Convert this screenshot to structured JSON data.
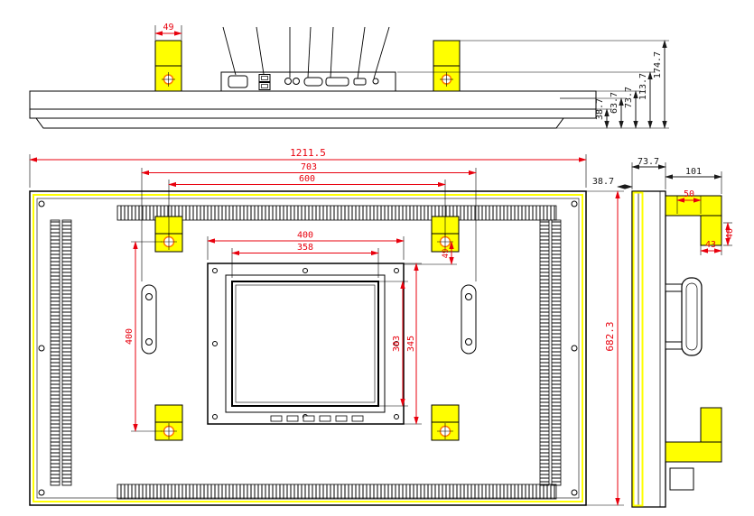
{
  "drawing": {
    "type": "technical-drawing",
    "subject": "LCD monitor outline drawing: top view, rear view and side view with dimensions (mm)",
    "colors": {
      "outline": "#000000",
      "dimension": "#e8000d",
      "highlight": "#ffff00",
      "hole_marker": "#ff7a00",
      "background": "#ffffff"
    },
    "top_view": {
      "dims": {
        "bracket_width": "49",
        "h1": "38.7",
        "h2": "63.7",
        "h3": "73.7",
        "h4": "113.7",
        "h5": "174.7"
      }
    },
    "rear_view": {
      "dims": {
        "overall_width": "1211.5",
        "bracket_span_outer": "703",
        "mount_hole_span": "600",
        "panel_width": "400",
        "screen_width": "358",
        "screen_height": "303",
        "panel_height": "345",
        "mount_hole_vspan": "400",
        "bracket_offset": "49",
        "overall_height": "682.3"
      }
    },
    "side_view": {
      "dims": {
        "body_depth": "73.7",
        "bracket_depth": "101",
        "gap": "38.7",
        "bracket_width": "50",
        "foot_width": "43",
        "foot_height": "40"
      }
    }
  }
}
